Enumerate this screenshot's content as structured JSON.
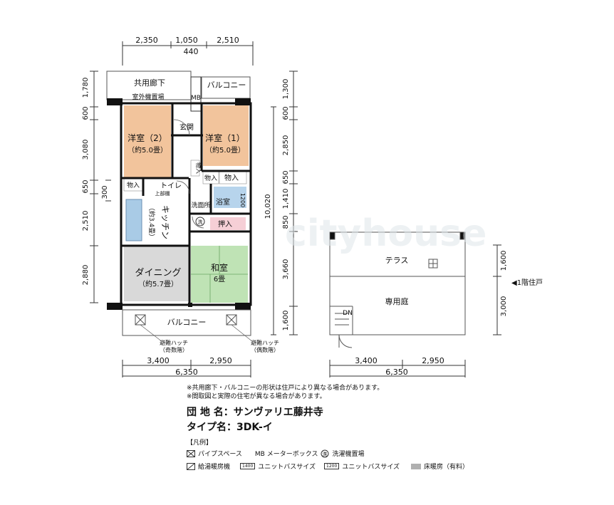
{
  "dims_top": {
    "d1": "2,350",
    "d2": "1,050",
    "d3": "2,510",
    "d4": "440"
  },
  "dims_left": {
    "a": "1,780",
    "b": "600",
    "c": "3,080",
    "d": "650",
    "e": "300",
    "f": "2,510",
    "g": "2,880"
  },
  "dims_right": {
    "a": "1,300",
    "b": "600",
    "c": "2,850",
    "d": "650",
    "e": "1,410",
    "f": "850",
    "g": "3,660",
    "h": "1,600",
    "total": "10,020"
  },
  "dims_bottom": {
    "a": "3,400",
    "b": "2,950",
    "total": "6,350"
  },
  "rooms": {
    "corridor": "共用廊下",
    "outdoor_unit": "室外機置場",
    "mb": "MB",
    "balcony_top": "バルコニー",
    "entrance": "玄関",
    "western2": "洋室（2）",
    "western2_size": "（約5.0畳）",
    "western1": "洋室（1）",
    "western1_size": "（約5.0畳）",
    "storage": "物入",
    "toilet": "トイレ",
    "toilet_sub": "上部棚",
    "bath": "浴室",
    "bath_size": "1200",
    "washroom": "洗面所",
    "washer": "洗",
    "kitchen": "キッチン",
    "kitchen_size": "（約3.4畳）",
    "dining": "ダイニング",
    "dining_size": "（約5.7畳）",
    "washitsu": "和室",
    "washitsu_size": "6畳",
    "oshiire": "押入",
    "balcony_bottom": "バルコニー",
    "hatch_odd": "避難ハッチ",
    "hatch_odd_note": "（奇数階）",
    "hatch_even": "避難ハッチ",
    "hatch_even_note": "（偶数階）"
  },
  "ground": {
    "terrace": "テラス",
    "garden": "専用庭",
    "dn": "DN",
    "left_dims": {
      "a": "1,600",
      "b": "3,000"
    },
    "note": "◀1階住戸",
    "bottom": {
      "a": "3,400",
      "b": "2,950",
      "total": "6,350"
    }
  },
  "notes": {
    "n1": "※共用廊下・バルコニーの形状は住戸により異なる場合があります。",
    "n2": "※間取図と実際の住宅が異なる場合があります。"
  },
  "info": {
    "name_label": "団 地 名：サンヴァリエ藤井寺",
    "type_label": "タイプ名：3DK-イ"
  },
  "legend": {
    "title": "【凡例】",
    "pipe": "パイプスペース",
    "mb": "MB メーターボックス",
    "washer": "洗濯機置場",
    "heater": "給湯暖房機",
    "ub1_tag": "1400",
    "ub1": "ユニットバスサイズ",
    "ub2_tag": "1200",
    "ub2": "ユニットバスサイズ",
    "floor_heat": "床暖房（有料）"
  },
  "watermark": "cityhouse",
  "colors": {
    "western": "#f2c49c",
    "dining": "#d9d9d9",
    "washitsu": "#bfe3b5",
    "oshiire": "#f6cfd6",
    "bath": "#b7d4ec",
    "kitchen_counter": "#a9cbe6"
  }
}
